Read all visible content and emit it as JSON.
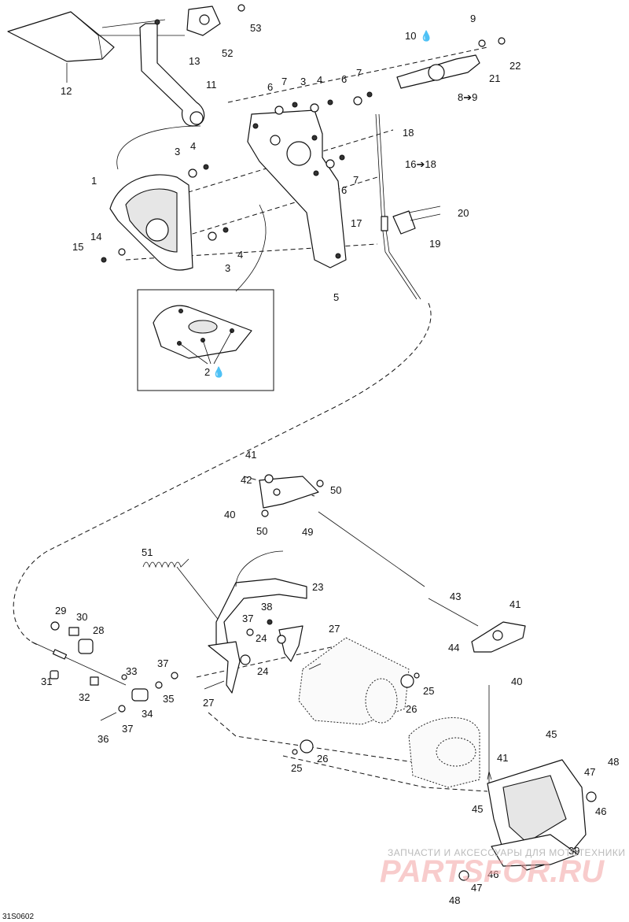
{
  "diagram_code": "31S0602",
  "watermark": {
    "line1": "ЗАПЧАСТИ И АКСЕССУАРЫ ДЛЯ МОТОТЕХНИКИ",
    "line2": "PARTSFOR.RU"
  },
  "callouts": {
    "c1": "1",
    "c2": "2",
    "c3": "3",
    "c4": "4",
    "c5": "5",
    "c6": "6",
    "c7": "7",
    "c8": "8➔9",
    "c9": "9",
    "c10": "10",
    "c11": "11",
    "c12": "12",
    "c13": "13",
    "c14": "14",
    "c15": "15",
    "c16": "16➔18",
    "c17": "17",
    "c18": "18",
    "c19": "19",
    "c20": "20",
    "c21": "21",
    "c22": "22",
    "c23": "23",
    "c24": "24",
    "c25": "25",
    "c26": "26",
    "c27": "27",
    "c28": "28",
    "c29": "29",
    "c30": "30",
    "c31": "31",
    "c32": "32",
    "c33": "33",
    "c34": "34",
    "c35": "35",
    "c36": "36",
    "c37": "37",
    "c38": "38",
    "c39": "39",
    "c40": "40",
    "c41": "41",
    "c42": "42",
    "c43": "43",
    "c44": "44",
    "c45": "45",
    "c46": "46",
    "c47": "47",
    "c48": "48",
    "c49": "49",
    "c50": "50",
    "c51": "51",
    "c52": "52",
    "c53": "53"
  },
  "glue_icon": "drop-icon"
}
